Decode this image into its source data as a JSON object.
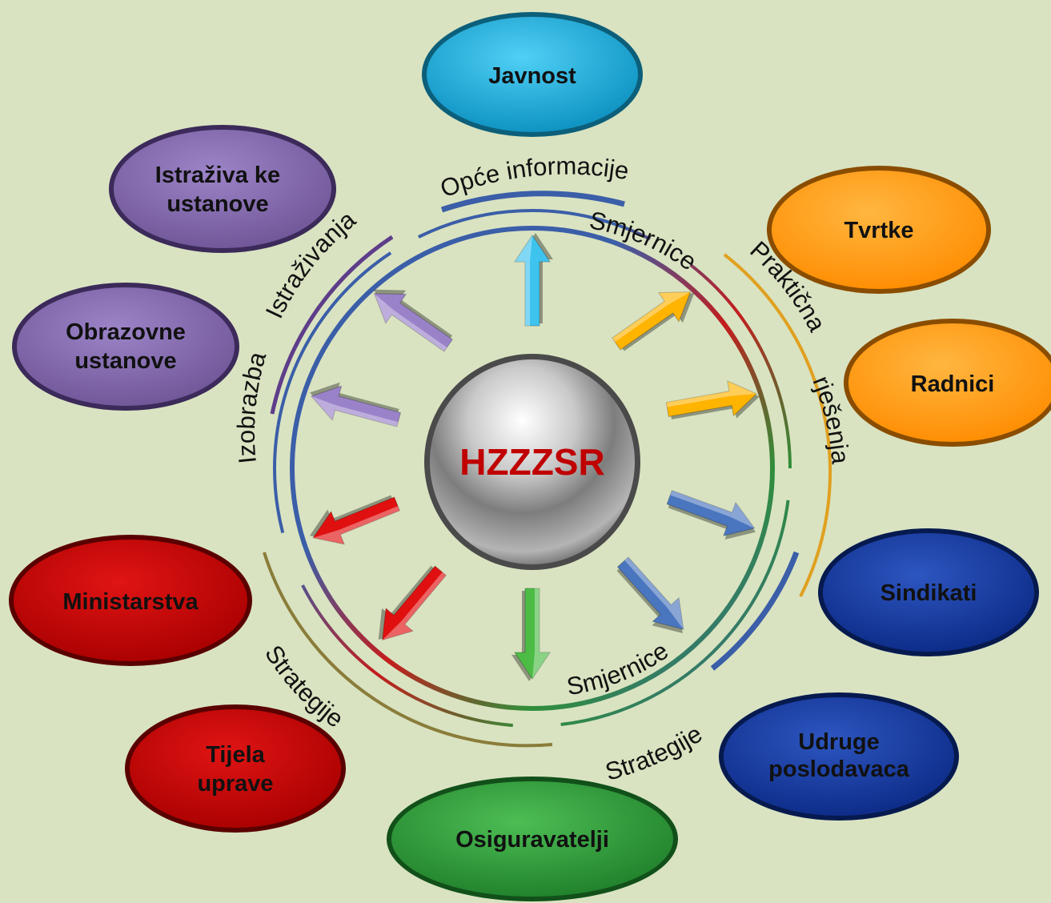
{
  "center": {
    "label": "HZZZSR"
  },
  "nodes": [
    {
      "id": "javnost",
      "lines": [
        "Javnost"
      ],
      "color": "#16a6d6"
    },
    {
      "id": "tvrtke",
      "lines": [
        "Tvrtke"
      ],
      "color": "#ff9a00"
    },
    {
      "id": "radnici",
      "lines": [
        "Radnici"
      ],
      "color": "#ff9a00"
    },
    {
      "id": "sindikati",
      "lines": [
        "Sindikati"
      ],
      "color": "#123a9c"
    },
    {
      "id": "udruge",
      "lines": [
        "Udruge",
        "poslodavaca"
      ],
      "color": "#123a9c"
    },
    {
      "id": "osiguravatelji",
      "lines": [
        "Osiguravatelji"
      ],
      "color": "#2e9a3a"
    },
    {
      "id": "tijela",
      "lines": [
        "Tijela",
        "uprave"
      ],
      "color": "#c00000"
    },
    {
      "id": "ministarstva",
      "lines": [
        "Ministarstva"
      ],
      "color": "#c00000"
    },
    {
      "id": "obrazovne",
      "lines": [
        "Obrazovne",
        "ustanove"
      ],
      "color": "#8064a2"
    },
    {
      "id": "istrazivacke",
      "lines": [
        "Istraživa  ke",
        "ustanove"
      ],
      "color": "#8064a2"
    }
  ],
  "arc_labels": {
    "opce": "Opće informacije",
    "smjernice_top": "Smjernice",
    "prakticna": "Praktična",
    "rjesenja": "rješenja",
    "istrazivanja": "Istraživanja",
    "izobrazba": "Izobrazba",
    "strategije_left": "Strategije",
    "smjernice_bottom": "Smjernice",
    "strategije_bottom": "Strategije"
  },
  "arrow_colors": {
    "cyan": "#3ec3ee",
    "orange": "#ffb400",
    "blue": "#4a76bf",
    "green": "#4cbc45",
    "red": "#e01010",
    "purple": "#9a82c9"
  }
}
